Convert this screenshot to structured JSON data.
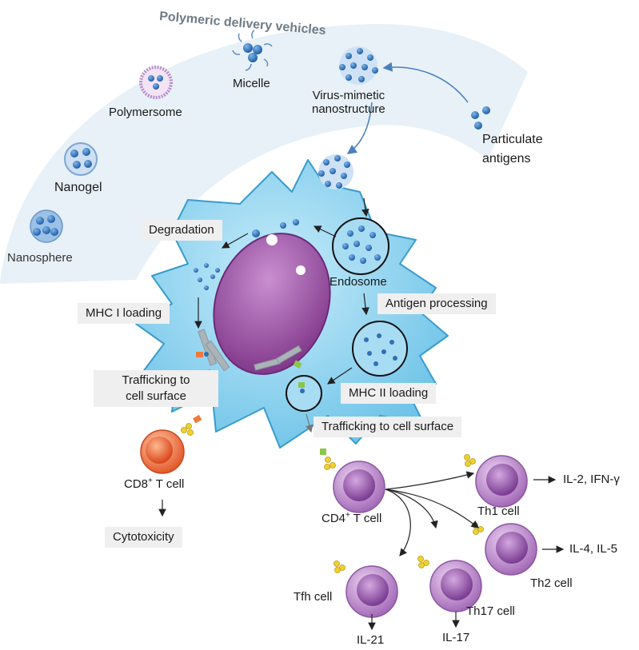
{
  "title": "Polymeric delivery vehicles",
  "vehicles": {
    "nanosphere": "Nanosphere",
    "nanogel": "Nanogel",
    "polymersome": "Polymersome",
    "micelle": "Micelle",
    "virus_mimetic_line1": "Virus-mimetic",
    "virus_mimetic_line2": "nanostructure"
  },
  "particulate_line1": "Particulate",
  "particulate_line2": "antigens",
  "processes": {
    "degradation": "Degradation",
    "endosome": "Endosome",
    "antigen_processing": "Antigen processing",
    "mhc1_loading": "MHC I loading",
    "mhc2_loading": "MHC II loading",
    "trafficking_left_line1": "Trafficking to",
    "trafficking_left_line2": "cell surface",
    "trafficking_right": "Trafficking to cell surface"
  },
  "cd8": {
    "name_prefix": "CD8",
    "sup": "+",
    "name_suffix": " T cell",
    "outcome": "Cytotoxicity"
  },
  "cd4": {
    "name_prefix": "CD4",
    "sup": "+",
    "name_suffix": " T cell"
  },
  "subsets": {
    "th1": "Th1 cell",
    "th1_out": "IL-2, IFN-γ",
    "th2": "Th2 cell",
    "th2_out": "IL-4, IL-5",
    "tfh": "Tfh cell",
    "tfh_out": "IL-21",
    "th17": "Th17 cell",
    "th17_out": "IL-17"
  },
  "colors": {
    "cell_fill": "#8fd3ef",
    "cell_stroke": "#3a9ccc",
    "nucleus": "#9b4fa0",
    "particle": "#2f6fb6",
    "cd8_cell": "#f07a4f",
    "cd4_cell": "#b07cc0",
    "arc": "#e6f1f7"
  }
}
